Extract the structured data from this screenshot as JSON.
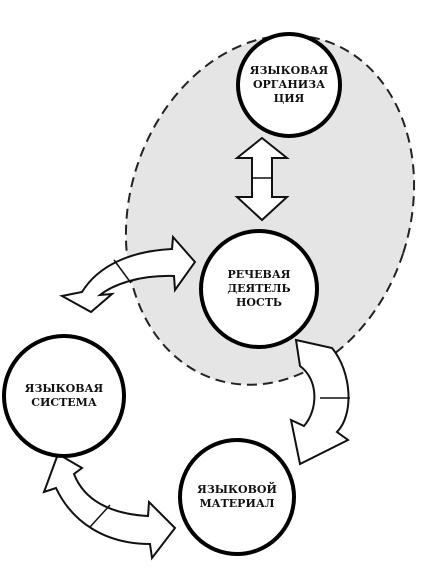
{
  "colors": {
    "ellipse_fill": "#e5e5e5",
    "ellipse_stroke": "#222222",
    "node_fill": "#ffffff",
    "node_stroke": "#000000",
    "arrow_fill": "#ffffff",
    "arrow_stroke": "#111111"
  },
  "nodes": {
    "organization": {
      "label": "ЯЗЫКОВАЯ\nОРГАНИЗА\nЦИЯ"
    },
    "activity": {
      "label": "РЕЧЕВАЯ\nДЕЯТЕЛЬ\nНОСТЬ"
    },
    "system": {
      "label": "ЯЗЫКОВАЯ\nСИСТЕМА"
    },
    "material": {
      "label": "ЯЗЫКОВОЙ\nМАТЕРИАЛ"
    }
  }
}
